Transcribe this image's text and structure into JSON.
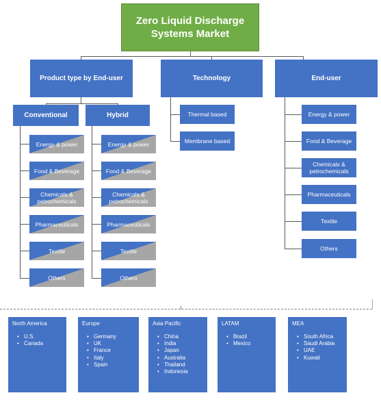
{
  "title": "Zero Liquid Discharge\nSystems Market",
  "categories": {
    "product_type": "Product type by End-user",
    "technology": "Technology",
    "end_user": "End-user"
  },
  "product_types": {
    "conventional": "Conventional",
    "hybrid": "Hybrid"
  },
  "applications": [
    "Energy & power",
    "Food & Beverage",
    "Chemicals &\npetrochemicals",
    "Pharmaceuticals",
    "Textile",
    "Others"
  ],
  "technologies": [
    "Thermal based",
    "Membrane  based"
  ],
  "regions": [
    {
      "name": "North America",
      "countries": [
        "U.S.",
        "Canada"
      ]
    },
    {
      "name": "Europe",
      "countries": [
        "Germany",
        "UK",
        "France",
        "Italy",
        "Spain"
      ]
    },
    {
      "name": "Asia Pacific",
      "countries": [
        "China",
        "India",
        "Japan",
        "Australia",
        "Thailand",
        "Indonesia"
      ]
    },
    {
      "name": "LATAM",
      "countries": [
        "Brazil",
        "Mexico"
      ]
    },
    {
      "name": "MEA",
      "countries": [
        "South Africa",
        "Saudi Arabia",
        "UAE",
        "Kuwait"
      ]
    }
  ],
  "colors": {
    "title_bg": "#70ad47",
    "box_bg": "#4472c4",
    "leaf_gray": "#a6a6a6"
  }
}
